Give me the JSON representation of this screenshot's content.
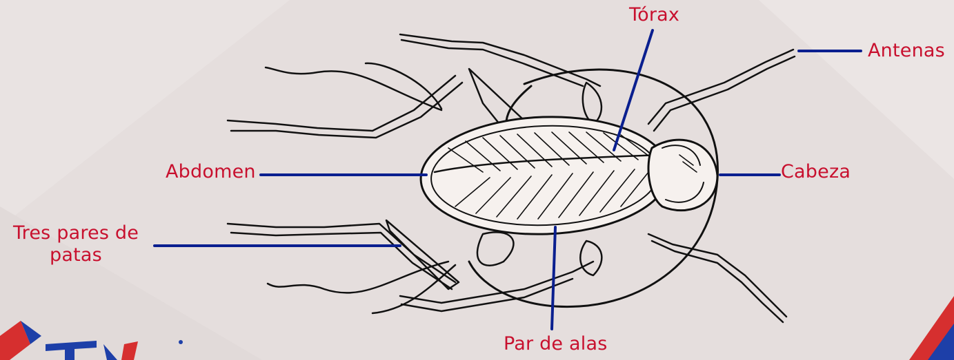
{
  "diagram": {
    "labels": {
      "torax": "Tórax",
      "antenas": "Antenas",
      "abdomen": "Abdomen",
      "cabeza": "Cabeza",
      "patas_line1": "Tres pares de",
      "patas_line2": "patas",
      "alas": "Par de alas"
    }
  },
  "colors": {
    "background": "#e5dedd",
    "label_text": "#c8102e",
    "leader_lines": "#0a1f8f",
    "logo_red": "#d62f2f",
    "logo_blue": "#1d3fa8"
  },
  "icons": {
    "subject": "cockroach-illustration",
    "brand": "logo-mark"
  }
}
